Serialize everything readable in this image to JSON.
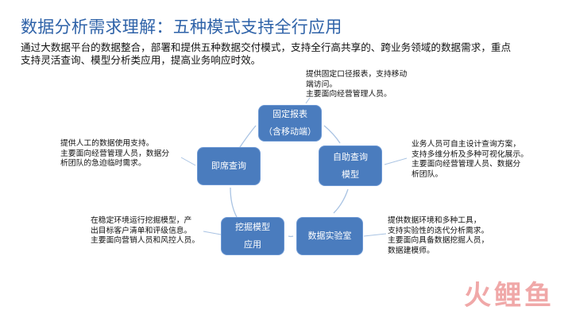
{
  "title": "数据分析需求理解：五种模式支持全行应用",
  "intro": {
    "line1": "通过大数据平台的数据整合，部署和提供五种数据交付模式，支持全行高共享的、跨业务领域的数据需求，重点",
    "line2": "支持灵活查询、模型分析类应用，提高业务响应时效。"
  },
  "nodes": {
    "fixed": {
      "line1": "固定报表",
      "line2": "（含移动端）"
    },
    "selfservice": {
      "line1": "自助查询",
      "line2": "模型"
    },
    "lab": {
      "line1": "数据实验室"
    },
    "mining": {
      "line1": "挖掘模型",
      "line2": "应用"
    },
    "adhoc": {
      "line1": "即席查询"
    }
  },
  "descriptions": {
    "fixed": [
      "提供固定口径报表，支持移动",
      "端访问。",
      "主要面向经营管理人员。"
    ],
    "selfservice": [
      "业务人员可自主设计查询方案，",
      "支持多维分析及多种可视化展示。",
      "主要面向经营管理人员、数据分",
      "析团队。"
    ],
    "lab": [
      "提供数据环境和多种工具，",
      "支持实验性的迭代分析需求。",
      "主要面向具备数据挖掘人员，",
      "数据建模师。"
    ],
    "mining": [
      "在稳定环境运行挖掘模型，产",
      "出目标客户清单和评级信息。",
      "主要面向营销人员和风控人员。"
    ],
    "adhoc": [
      "提供人工的数据使用支持。",
      "主要面向经营管理人员，数据分",
      "析团队的急迫临时需求。"
    ]
  },
  "logo": {
    "text": "火鲤鱼"
  },
  "colors": {
    "title": "#2e62a8",
    "node_fill": "#4a7cbe",
    "connector": "#a9c3e3"
  }
}
